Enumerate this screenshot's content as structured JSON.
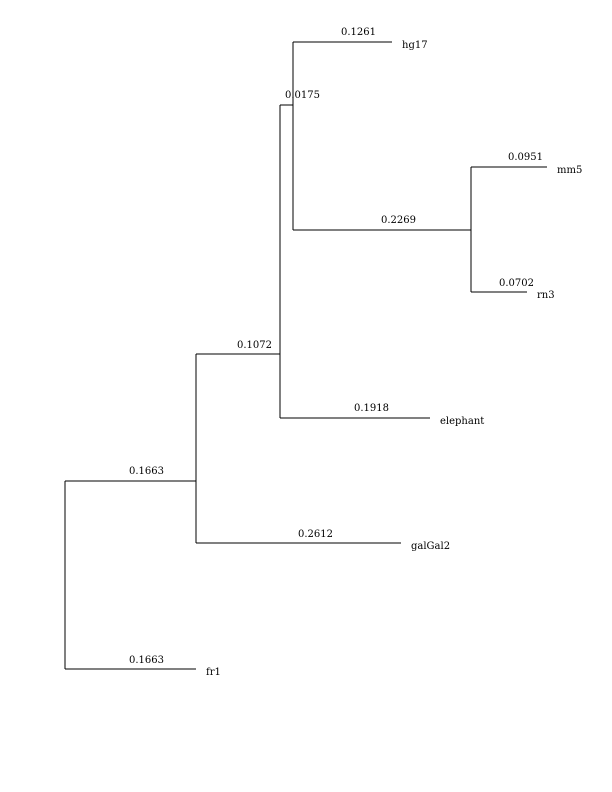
{
  "tree": {
    "leaves": {
      "hg17": "hg17",
      "mm5": "mm5",
      "rn3": "rn3",
      "elephant": "elephant",
      "galGal2": "galGal2",
      "fr1": "fr1"
    },
    "branch_lengths": {
      "root_to_amniota": "0.1663",
      "root_to_fr1": "0.1663",
      "amniota_to_mammalia": "0.1072",
      "amniota_to_galGal2": "0.2612",
      "mammalia_to_primates_rodents": "0.0175",
      "mammalia_to_elephant": "0.1918",
      "primates_rodents_to_hg17": "0.1261",
      "primates_rodents_to_rodents": "0.2269",
      "rodents_to_mm5": "0.0951",
      "rodents_to_rn3": "0.0702"
    },
    "line_color": "#000000"
  }
}
